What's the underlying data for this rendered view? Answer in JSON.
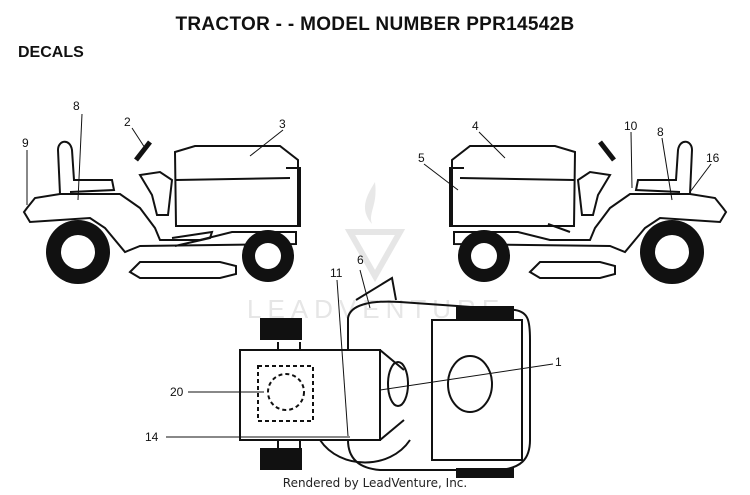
{
  "header": {
    "title": "TRACTOR - - MODEL NUMBER PPR14542B",
    "section": "DECALS"
  },
  "callouts": {
    "c1": "1",
    "c2": "2",
    "c3": "3",
    "c4": "4",
    "c5": "5",
    "c6": "6",
    "c8a": "8",
    "c8b": "8",
    "c9": "9",
    "c10": "10",
    "c11": "11",
    "c14": "14",
    "c16": "16",
    "c20": "20"
  },
  "watermark": {
    "text": "LEADVENTURE"
  },
  "footer": {
    "text": "Rendered by LeadVenture, Inc."
  }
}
